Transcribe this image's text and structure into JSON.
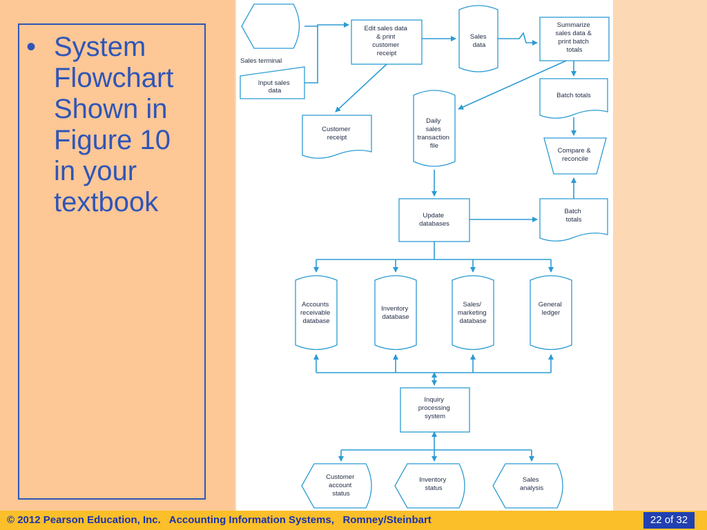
{
  "slide": {
    "bullet": "•",
    "bullet_lines": [
      "System",
      "Flowchart",
      "Shown in",
      "Figure 10",
      "in your",
      "textbook"
    ]
  },
  "flowchart": {
    "sales_terminal_label": "Sales terminal",
    "input_sales_data": [
      "Input sales",
      "data"
    ],
    "edit_sales_data": [
      "Edit sales data",
      "& print",
      "customer",
      "receipt"
    ],
    "sales_data_file": [
      "Sales",
      "data"
    ],
    "summarize": [
      "Summarize",
      "sales data &",
      "print batch",
      "totals"
    ],
    "batch_totals_top": [
      "Batch totals"
    ],
    "customer_receipt": [
      "Customer",
      "receipt"
    ],
    "daily_sales_file": [
      "Daily",
      "sales",
      "transaction",
      "file"
    ],
    "compare_reconcile": [
      "Compare &",
      "reconcile"
    ],
    "update_databases": [
      "Update",
      "databases"
    ],
    "batch_totals_bottom": [
      "Batch",
      "totals"
    ],
    "accounts_receivable_db": [
      "Accounts",
      "receivable",
      "database"
    ],
    "inventory_db": [
      "Inventory",
      "database"
    ],
    "sales_marketing_db": [
      "Sales/",
      "marketing",
      "database"
    ],
    "general_ledger": [
      "General",
      "ledger"
    ],
    "inquiry_processing": [
      "Inquiry",
      "processing",
      "system"
    ],
    "customer_account_status": [
      "Customer",
      "account",
      "status"
    ],
    "inventory_status": [
      "Inventory",
      "status"
    ],
    "sales_analysis": [
      "Sales",
      "analysis"
    ]
  },
  "footer": {
    "copyright": "© 2012 Pearson Education, Inc.   Accounting Information Systems,   Romney/Steinbart",
    "page_current": "22",
    "page_of": " of ",
    "page_total": "32"
  }
}
